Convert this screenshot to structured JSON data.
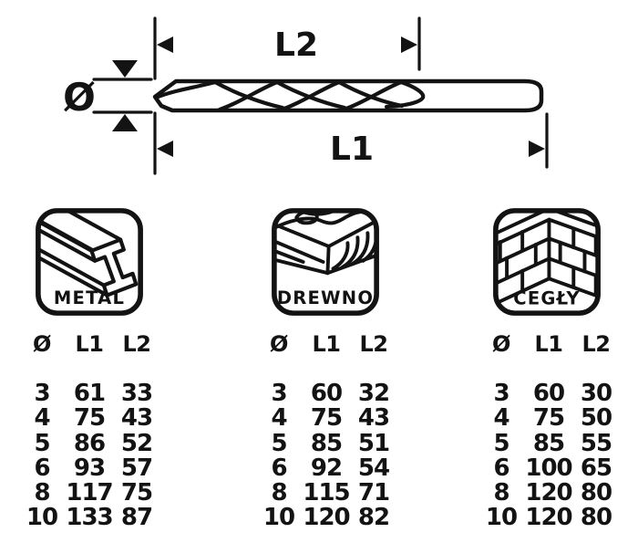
{
  "colors": {
    "ink": "#131313",
    "background": "#ffffff"
  },
  "diagram": {
    "flute_length_label": "L2",
    "total_length_label": "L1",
    "diameter_label": "Ø"
  },
  "materials": [
    {
      "label": "METAL",
      "icon": "i-beam-icon",
      "headers": [
        "Ø",
        "L1",
        "L2"
      ],
      "rows": [
        [
          "3",
          "61",
          "33"
        ],
        [
          "4",
          "75",
          "43"
        ],
        [
          "5",
          "86",
          "52"
        ],
        [
          "6",
          "93",
          "57"
        ],
        [
          "8",
          "117",
          "75"
        ],
        [
          "10",
          "133",
          "87"
        ]
      ]
    },
    {
      "label": "DREWNO",
      "icon": "wood-grain-icon",
      "headers": [
        "Ø",
        "L1",
        "L2"
      ],
      "rows": [
        [
          "3",
          "60",
          "32"
        ],
        [
          "4",
          "75",
          "43"
        ],
        [
          "5",
          "85",
          "51"
        ],
        [
          "6",
          "92",
          "54"
        ],
        [
          "8",
          "115",
          "71"
        ],
        [
          "10",
          "120",
          "82"
        ]
      ]
    },
    {
      "label": "CEGŁY",
      "icon": "brick-wall-icon",
      "headers": [
        "Ø",
        "L1",
        "L2"
      ],
      "rows": [
        [
          "3",
          "60",
          "30"
        ],
        [
          "4",
          "75",
          "50"
        ],
        [
          "5",
          "85",
          "55"
        ],
        [
          "6",
          "100",
          "65"
        ],
        [
          "8",
          "120",
          "80"
        ],
        [
          "10",
          "120",
          "80"
        ]
      ]
    }
  ]
}
